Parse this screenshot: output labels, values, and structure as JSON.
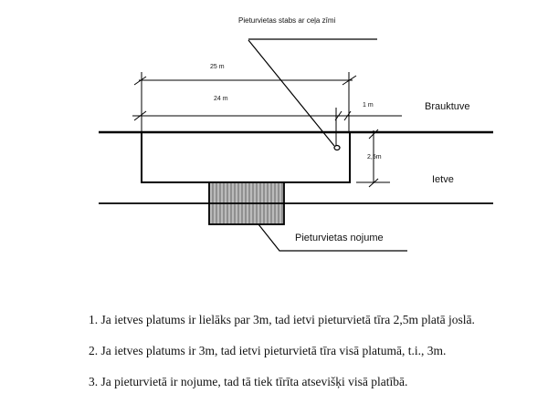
{
  "diagram": {
    "labels": {
      "pole": "Pieturvietas stabs ar ceļa zīmi",
      "dim_25": "25 m",
      "dim_24": "24 m",
      "dim_1": "1 m",
      "dim_25h": "2,5m",
      "road": "Brauktuve",
      "sidewalk": "Ietve",
      "shelter": "Pieturvietas nojume"
    }
  },
  "notes": [
    "1. Ja ietves platums ir lielāks par 3m, tad ietvi pieturvietā tīra 2,5m platā joslā.",
    "2. Ja ietves platums ir 3m, tad ietvi pieturvietā tīra visā platumā, t.i., 3m.",
    "3. Ja pieturvietā ir nojume, tad tā tiek tīrīta atsevišķi visā platībā."
  ]
}
